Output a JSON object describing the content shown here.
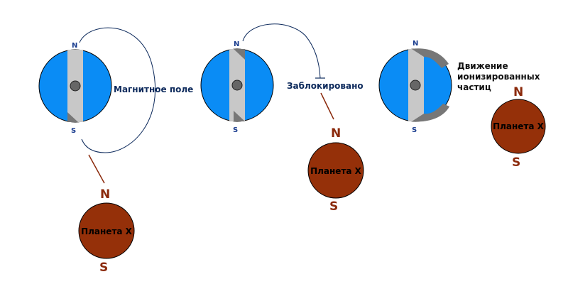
{
  "colors": {
    "earth": "#0a8cf5",
    "bar": "#c8c8c8",
    "bar_dark": "#777777",
    "core": "#666666",
    "planet": "#953009",
    "pole_text": "#8b2a0c",
    "field_line": "#0d2a5c"
  },
  "panel1": {
    "n": "N",
    "s": "S",
    "label": "Магнитное поле",
    "planet_n": "N",
    "planet_s": "S",
    "planet_label": "Планета X"
  },
  "panel2": {
    "n": "N",
    "s": "S",
    "label": "Заблокировано",
    "planet_n": "N",
    "planet_s": "S",
    "planet_label": "Планета X"
  },
  "panel3": {
    "n": "N",
    "s": "S",
    "label_line1": "Движение",
    "label_line2": "ионизированных",
    "label_line3": "частиц",
    "planet_n": "N",
    "planet_s": "S",
    "planet_label": "Планета X"
  }
}
